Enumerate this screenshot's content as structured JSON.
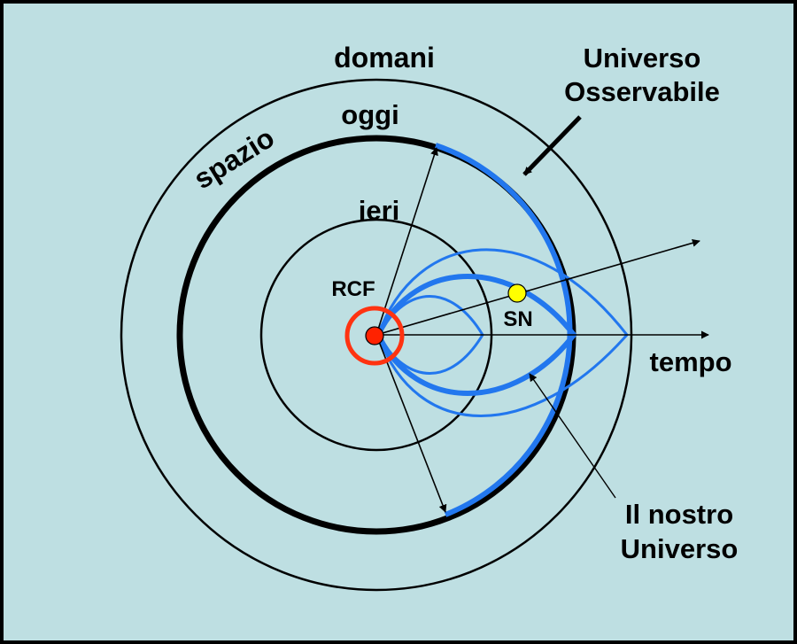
{
  "labels": {
    "tomorrow": "domani",
    "today": "oggi",
    "yesterday": "ieri",
    "space": "spazio",
    "observable_line1": "Universo",
    "observable_line2": "Osservabile",
    "rcf": "RCF",
    "sn": "SN",
    "time": "tempo",
    "our_universe_line1": "Il nostro",
    "our_universe_line2": "Universo"
  },
  "colors": {
    "background": "#bedfe2",
    "border": "#000000",
    "light_cone": "#2277ee",
    "cmb_ring": "#ff3311",
    "cmb_dot": "#ff2200",
    "supernova": "#ffff00",
    "ink": "#000000"
  }
}
